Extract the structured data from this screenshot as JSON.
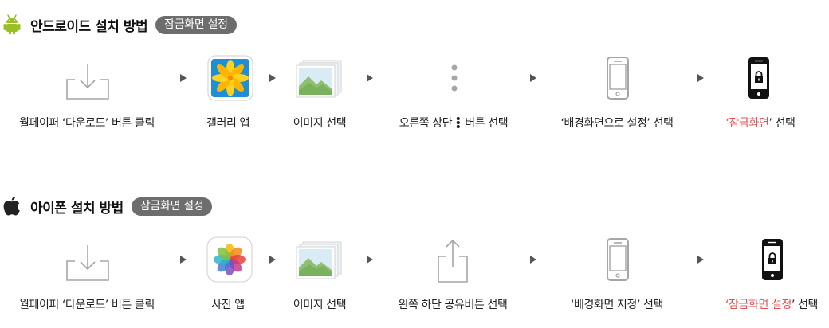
{
  "android": {
    "title": "안드로이드 설치 방법",
    "badge": "잠금화면 설정",
    "os_icon": "android-icon",
    "steps": [
      {
        "icon": "download-icon",
        "label": "월페이퍼 ‘다운로드’ 버튼 클릭"
      },
      {
        "icon": "gallery-app-icon",
        "label": "갤러리 앱"
      },
      {
        "icon": "image-icon",
        "label": "이미지 선택"
      },
      {
        "icon": "more-vert-icon",
        "label_pre": "오른쪽 상단",
        "label_post": "버튼 선택"
      },
      {
        "icon": "phone-icon",
        "label": "‘배경화면으로 설정’ 선택"
      },
      {
        "icon": "lock-phone-icon",
        "q_open": "‘",
        "label_hl": "잠금화면",
        "label_post": "’ 선택"
      }
    ]
  },
  "ios": {
    "title": "아이폰 설치 방법",
    "badge": "잠금화면 설정",
    "os_icon": "apple-icon",
    "steps": [
      {
        "icon": "download-icon",
        "label": "월페이퍼 ‘다운로드’ 버튼 클릭"
      },
      {
        "icon": "photos-app-icon",
        "label": "사진 앱"
      },
      {
        "icon": "image-icon",
        "label": "이미지 선택"
      },
      {
        "icon": "share-icon",
        "label": "왼쪽 하단 공유버튼 선택"
      },
      {
        "icon": "phone-icon",
        "label": "‘배경화면 지정’ 선택"
      },
      {
        "icon": "lock-phone-icon",
        "q_open": "‘",
        "label_hl": "잠금화면 설정",
        "label_post": "’ 선택"
      }
    ]
  },
  "colors": {
    "highlight": "#e45050",
    "badge_bg": "#6d6d6d",
    "android_green": "#97c024",
    "icon_gray": "#a6a6a6"
  }
}
